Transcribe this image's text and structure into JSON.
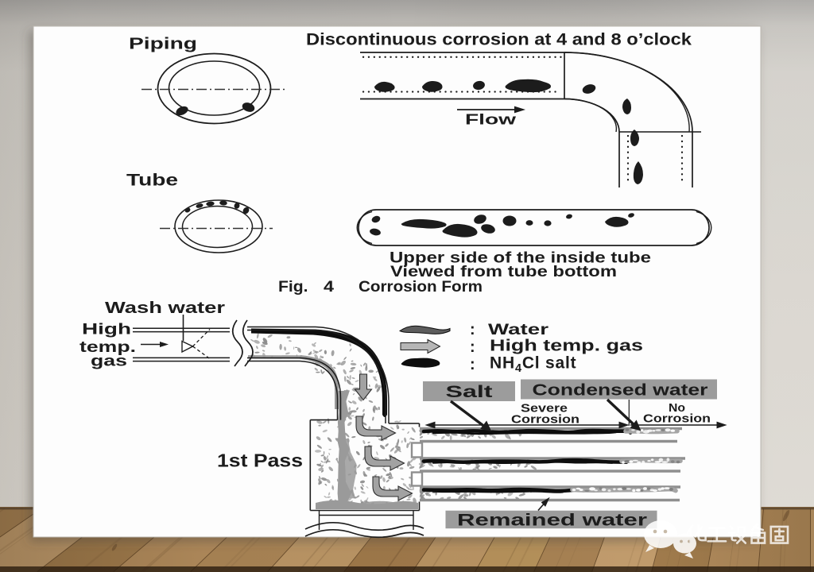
{
  "scene": {
    "watermark": {
      "logo": "wechat-logo",
      "text": "化工设备圈"
    },
    "colors": {
      "ink": "#1c1c1c",
      "paper": "#fdfdfd",
      "wall": "#d5d1ca",
      "gray_box": "#9c9c9c",
      "gray_arrow": "#a2a2a2",
      "wood": "#8d6c44"
    }
  },
  "slide": {
    "figure": {
      "piping_label": "Piping",
      "tube_label": "Tube",
      "title": "Discontinuous corrosion at 4 and 8 o’clock",
      "flow_label": "Flow",
      "tube_note_line1": "Upper side of the inside tube",
      "tube_note_line2": "Viewed from tube bottom",
      "fig_label": "Fig.",
      "fig_number": "4",
      "fig_caption": "Corrosion Form",
      "wash_water_label": "Wash water",
      "gas_label_line1": "High",
      "gas_label_line2": "temp.",
      "gas_label_line3": "gas",
      "first_pass_label": "1st Pass",
      "legend": {
        "colon": ":",
        "water_label": "Water",
        "gas_label": "High temp. gas",
        "salt_prefix": "NH",
        "salt_sub": "4",
        "salt_suffix": "Cl salt"
      },
      "salt_box_label": "Salt",
      "condensed_box_label": "Condensed water",
      "severe_line1": "Severe",
      "severe_line2": "Corrosion",
      "no_line1": "No",
      "no_line2": "Corrosion",
      "remained_box_label": "Remained water"
    }
  }
}
